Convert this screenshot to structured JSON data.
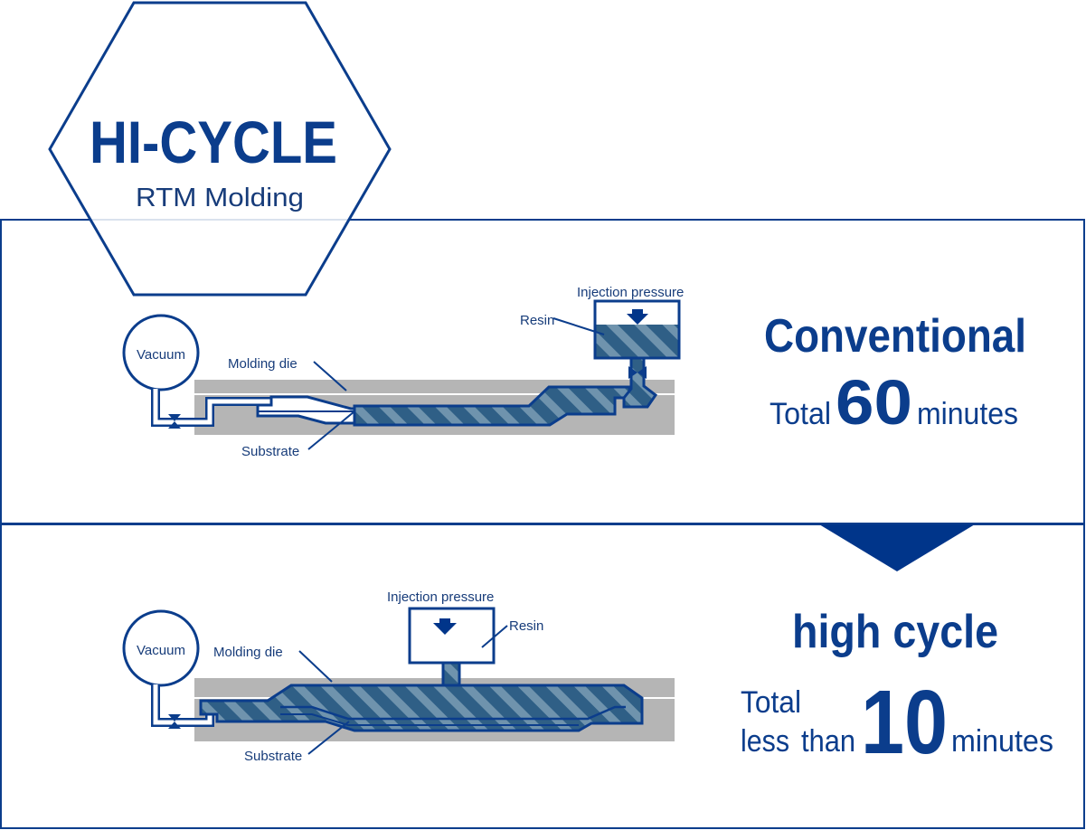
{
  "colors": {
    "navy": "#0b3d8c",
    "dark_blue": "#173c7a",
    "resin_fill": "#2f5f86",
    "resin_stripe": "#6f93ad",
    "die_gray": "#b5b5b5"
  },
  "badge": {
    "title": "HI-CYCLE",
    "subtitle": "RTM Molding"
  },
  "conventional": {
    "labels": {
      "vacuum": "Vacuum",
      "molding_die": "Molding die",
      "substrate": "Substrate",
      "resin": "Resin",
      "injection_pressure": "Injection pressure"
    },
    "method": "Conventional",
    "total_prefix": "Total",
    "total_value": "60",
    "total_unit": "minutes"
  },
  "high_cycle": {
    "labels": {
      "vacuum": "Vacuum",
      "molding_die": "Molding die",
      "substrate": "Substrate",
      "resin": "Resin",
      "injection_pressure": "Injection pressure"
    },
    "method": "high cycle",
    "total_prefix_line1": "Total",
    "total_prefix_line2a": "less",
    "total_prefix_line2b": "than",
    "total_value": "10",
    "total_unit": "minutes"
  },
  "icons": {
    "transition": "down-arrow-icon",
    "injection": "down-arrow-icon",
    "valve": "valve-icon"
  }
}
